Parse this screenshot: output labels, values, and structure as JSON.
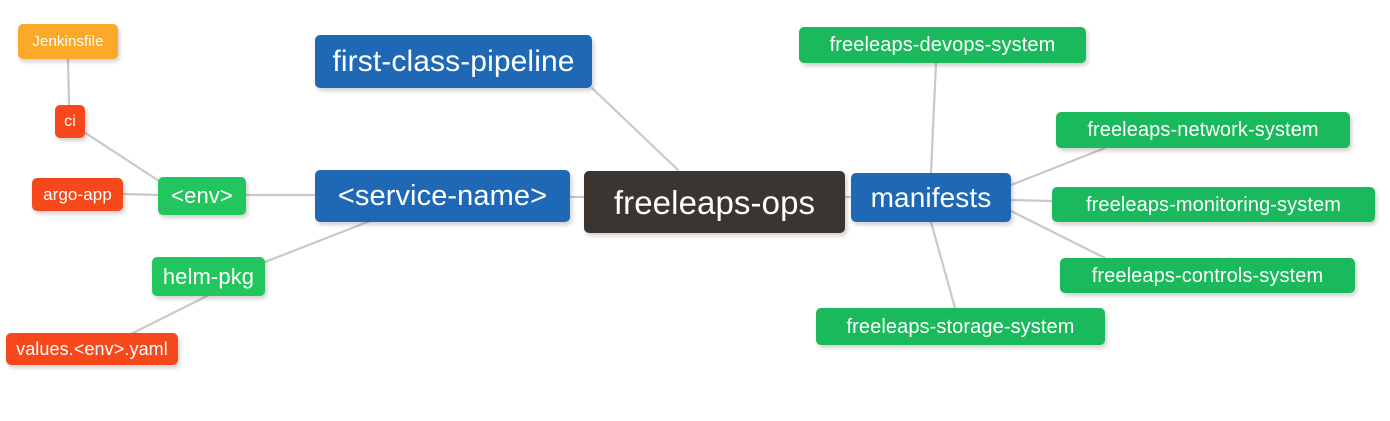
{
  "diagram": {
    "type": "mindmap",
    "title": "freeleaps-ops",
    "background": "#ffffff",
    "edge_color": "#c9c9c9",
    "palette": {
      "root": "#3b3531",
      "blue": "#1f68b5",
      "green": "#22c55e",
      "orange": "#fca828",
      "red": "#f7481b",
      "text": "#ffffff"
    }
  },
  "nodes": {
    "root": {
      "label": "freeleaps-ops",
      "color": "#3b3531"
    },
    "service_name": {
      "label": "<service-name>",
      "color": "#1f68b5"
    },
    "first_class_pipeline": {
      "label": "first-class-pipeline",
      "color": "#1f68b5"
    },
    "manifests": {
      "label": "manifests",
      "color": "#1f68b5"
    },
    "env": {
      "label": "<env>",
      "color": "#22c55e"
    },
    "helm_pkg": {
      "label": "helm-pkg",
      "color": "#22c55e"
    },
    "jenkinsfile": {
      "label": "Jenkinsfile",
      "color": "#fca828"
    },
    "ci": {
      "label": "ci",
      "color": "#f7481b"
    },
    "argo_app": {
      "label": "argo-app",
      "color": "#f7481b"
    },
    "values_yaml": {
      "label": "values.<env>.yaml",
      "color": "#f7481b"
    },
    "devops_system": {
      "label": "freeleaps-devops-system",
      "color": "#22c55e"
    },
    "network_system": {
      "label": "freeleaps-network-system",
      "color": "#22c55e"
    },
    "monitoring_system": {
      "label": "freeleaps-monitoring-system",
      "color": "#22c55e"
    },
    "controls_system": {
      "label": "freeleaps-controls-system",
      "color": "#22c55e"
    },
    "storage_system": {
      "label": "freeleaps-storage-system",
      "color": "#22c55e"
    }
  },
  "edges": [
    {
      "from": "root",
      "to": "service_name"
    },
    {
      "from": "service_name",
      "to": "first_class_pipeline"
    },
    {
      "from": "service_name",
      "to": "env"
    },
    {
      "from": "service_name",
      "to": "helm_pkg"
    },
    {
      "from": "env",
      "to": "ci"
    },
    {
      "from": "env",
      "to": "argo_app"
    },
    {
      "from": "ci",
      "to": "jenkinsfile"
    },
    {
      "from": "helm_pkg",
      "to": "values_yaml"
    },
    {
      "from": "root",
      "to": "manifests"
    },
    {
      "from": "manifests",
      "to": "devops_system"
    },
    {
      "from": "manifests",
      "to": "network_system"
    },
    {
      "from": "manifests",
      "to": "monitoring_system"
    },
    {
      "from": "manifests",
      "to": "controls_system"
    },
    {
      "from": "manifests",
      "to": "storage_system"
    }
  ]
}
